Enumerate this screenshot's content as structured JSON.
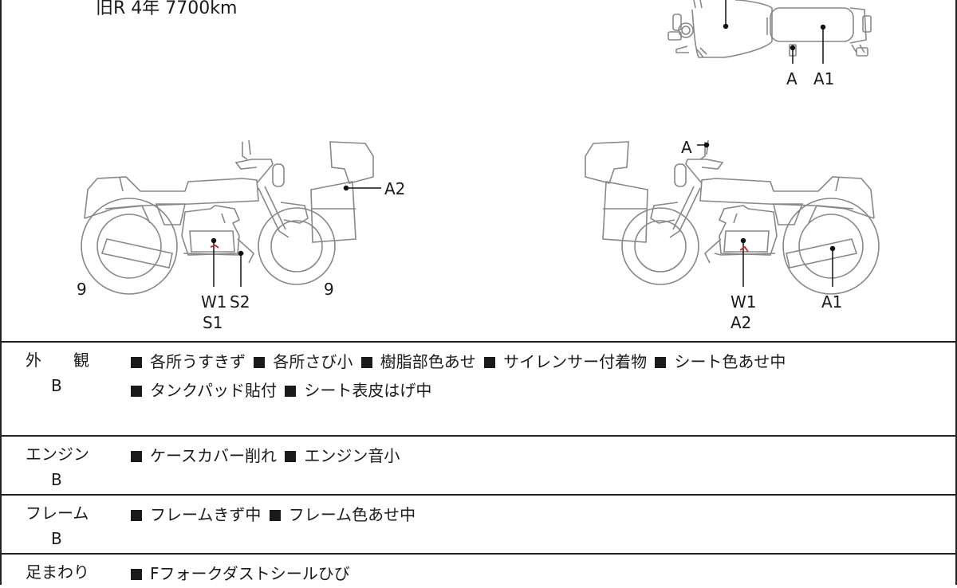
{
  "header": {
    "partial_text": "旧R  4年      7700km"
  },
  "diagrams": {
    "top_view": {
      "labels": [
        "A",
        "A1"
      ]
    },
    "left_side": {
      "labels": [
        "A2",
        "9",
        "9",
        "W1",
        "S2",
        "S1"
      ]
    },
    "right_side": {
      "labels": [
        "A",
        "W1",
        "A2",
        "A1"
      ]
    }
  },
  "sections": [
    {
      "category": "外　　観",
      "grade": "B",
      "items": [
        "各所うすきず",
        "各所さび小",
        "樹脂部色あせ",
        "サイレンサー付着物",
        "シート色あせ中",
        "タンクパッド貼付",
        "シート表皮はげ中"
      ]
    },
    {
      "category": "エンジン",
      "grade": "B",
      "items": [
        "ケースカバー削れ",
        "エンジン音小"
      ]
    },
    {
      "category": "フレーム",
      "grade": "B",
      "items": [
        "フレームきず中",
        "フレーム色あせ中"
      ]
    },
    {
      "category": "足まわり",
      "grade": "",
      "items": [
        "Fフォークダストシールひび"
      ]
    }
  ],
  "colors": {
    "line": "#222222",
    "damage_mark": "#cc2222"
  }
}
